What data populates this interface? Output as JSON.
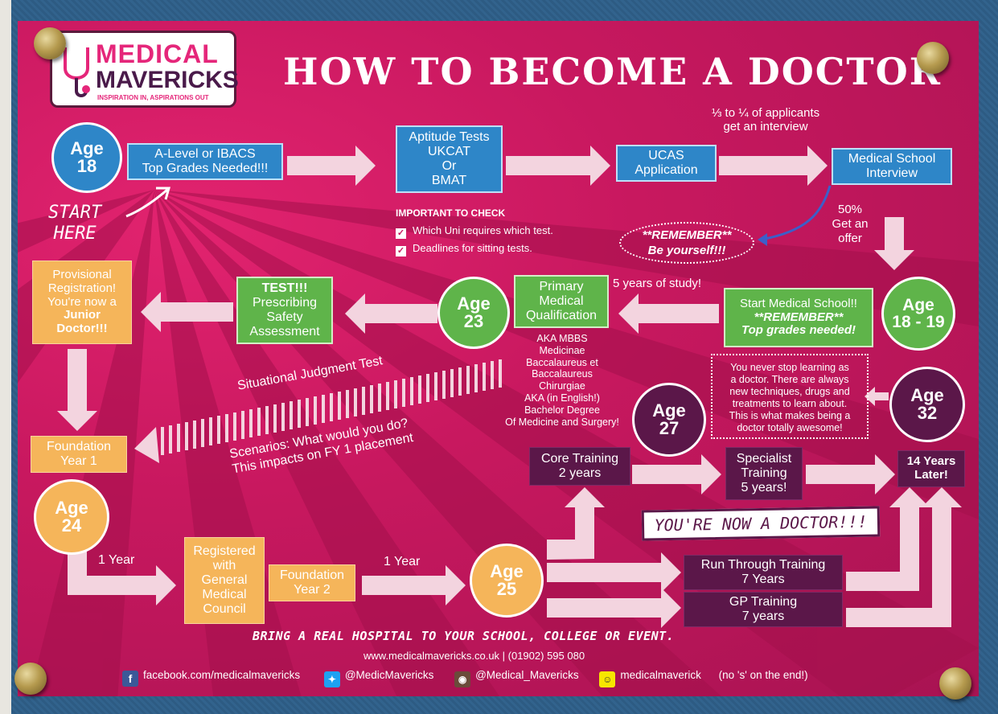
{
  "logo": {
    "line1": "MEDICAL",
    "line2": "MAVERICKS",
    "tagline": "INSPIRATION IN, ASPIRATIONS OUT"
  },
  "title": "HOW TO BECOME A DOCTOR",
  "age18": {
    "label": "Age",
    "num": "18"
  },
  "alevel": {
    "l1": "A-Level or IBACS",
    "l2": "Top Grades Needed!!!"
  },
  "start": {
    "l1": "START",
    "l2": "HERE"
  },
  "aptitude": {
    "l1": "Aptitude Tests",
    "l2": "UKCAT",
    "l3": "Or",
    "l4": "BMAT"
  },
  "important": {
    "heading": "IMPORTANT TO CHECK",
    "item1": "Which Uni requires which test.",
    "item2": "Deadlines for sitting tests."
  },
  "ucas": {
    "l1": "UCAS",
    "l2": "Application"
  },
  "interview_note": {
    "l1": "⅓ to ¼ of applicants",
    "l2": "get an interview"
  },
  "interview": {
    "l1": "Medical School",
    "l2": "Interview"
  },
  "offer": {
    "l1": "50%",
    "l2": "Get an",
    "l3": "offer"
  },
  "remember1": {
    "l1": "**REMEMBER**",
    "l2": "Be yourself!!!"
  },
  "start_med": {
    "l1": "Start Medical School!!",
    "l2": "**REMEMBER**",
    "l3": "Top grades needed!"
  },
  "age1819": {
    "label": "Age",
    "num": "18 - 19"
  },
  "five_years": "5 years of study!",
  "primary": {
    "l1": "Primary",
    "l2": "Medical",
    "l3": "Qualification"
  },
  "aka": {
    "l1": "AKA MBBS",
    "l2": "Medicinae",
    "l3": "Baccalaureus et",
    "l4": "Baccalaureus",
    "l5": "Chirurgiae",
    "l6": "AKA (in English!)",
    "l7": "Bachelor Degree",
    "l8": "Of Medicine and Surgery!"
  },
  "age23": {
    "label": "Age",
    "num": "23"
  },
  "test": {
    "l1": "TEST!!!",
    "l2": "Prescribing",
    "l3": "Safety",
    "l4": "Assessment"
  },
  "provisional": {
    "l1": "Provisional",
    "l2": "Registration!",
    "l3": "You're now a",
    "l4": "Junior",
    "l5": "Doctor!!!"
  },
  "sjt": "Situational Judgment Test",
  "scenarios": {
    "l1": "Scenarios: What would you do?",
    "l2": "This impacts on FY 1 placement"
  },
  "fy1": {
    "l1": "Foundation",
    "l2": "Year 1"
  },
  "age24": {
    "label": "Age",
    "num": "24"
  },
  "one_year_a": "1 Year",
  "registered": {
    "l1": "Registered",
    "l2": "with",
    "l3": "General",
    "l4": "Medical",
    "l5": "Council"
  },
  "fy2": {
    "l1": "Foundation",
    "l2": "Year 2"
  },
  "one_year_b": "1 Year",
  "age25": {
    "label": "Age",
    "num": "25"
  },
  "never_stop": {
    "l1": "You never stop learning as",
    "l2": "a doctor. There are always",
    "l3": "new techniques, drugs and",
    "l4": "treatments to learn about.",
    "l5": "This is what makes being a",
    "l6": "doctor totally awesome!"
  },
  "age27": {
    "label": "Age",
    "num": "27"
  },
  "age32": {
    "label": "Age",
    "num": "32"
  },
  "core": {
    "l1": "Core Training",
    "l2": "2 years"
  },
  "specialist": {
    "l1": "Specialist",
    "l2": "Training",
    "l3": "5 years!"
  },
  "fourteen": {
    "l1": "14 Years",
    "l2": "Later!"
  },
  "now_doctor": "YOU'RE NOW A DOCTOR!!!",
  "run_through": {
    "l1": "Run Through Training",
    "l2": "7 Years"
  },
  "gp": {
    "l1": "GP Training",
    "l2": "7 years"
  },
  "bring": "BRING A REAL HOSPITAL TO YOUR SCHOOL, COLLEGE OR EVENT.",
  "contact": "www.medicalmavericks.co.uk  |  (01902) 595 080",
  "social": {
    "facebook": "facebook.com/medicalmavericks",
    "twitter": "@MedicMavericks",
    "instagram": "@Medical_Mavericks",
    "snapchat": "medicalmaverick",
    "snap_note": "(no 's' on the end!)"
  },
  "colors": {
    "blue": "#2e86c8",
    "green": "#5fb44a",
    "orange": "#f5b55a",
    "purple": "#5b1749",
    "pink": "#c8185f"
  }
}
